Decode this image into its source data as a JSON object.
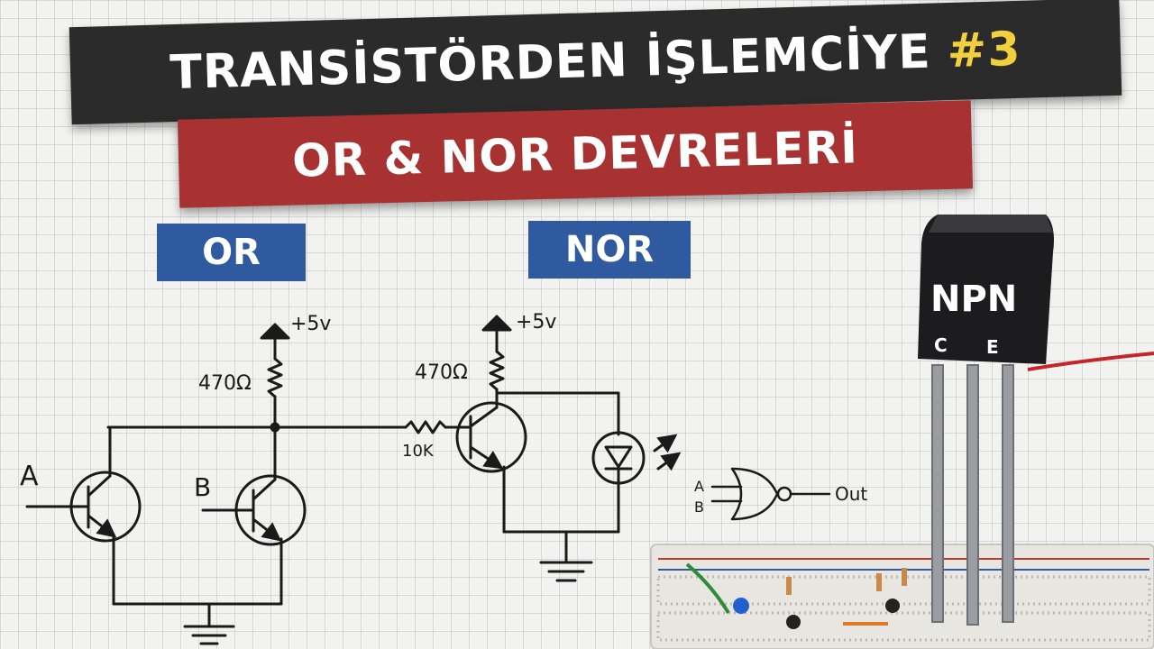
{
  "title": {
    "text": "TRANSİSTÖRDEN İŞLEMCİYE",
    "number": "#3"
  },
  "subtitle": "OR & NOR DEVRELERİ",
  "labels": {
    "or": "OR",
    "nor": "NOR"
  },
  "or_circuit": {
    "supply": "+5v",
    "resistor": "470Ω",
    "input_a": "A",
    "input_b": "B"
  },
  "nor_circuit": {
    "supply": "+5v",
    "resistor": "470Ω",
    "base_resistor": "10K"
  },
  "nor_gate": {
    "input_a": "A",
    "input_b": "B",
    "output": "Out"
  },
  "transistor_photo": {
    "type": "NPN",
    "pin_c": "C",
    "pin_e": "E"
  },
  "colors": {
    "title_bg": "#2b2b2b",
    "title_accent": "#f2cf3c",
    "subtitle_bg": "#a83232",
    "label_bg": "#2f5aa0"
  }
}
